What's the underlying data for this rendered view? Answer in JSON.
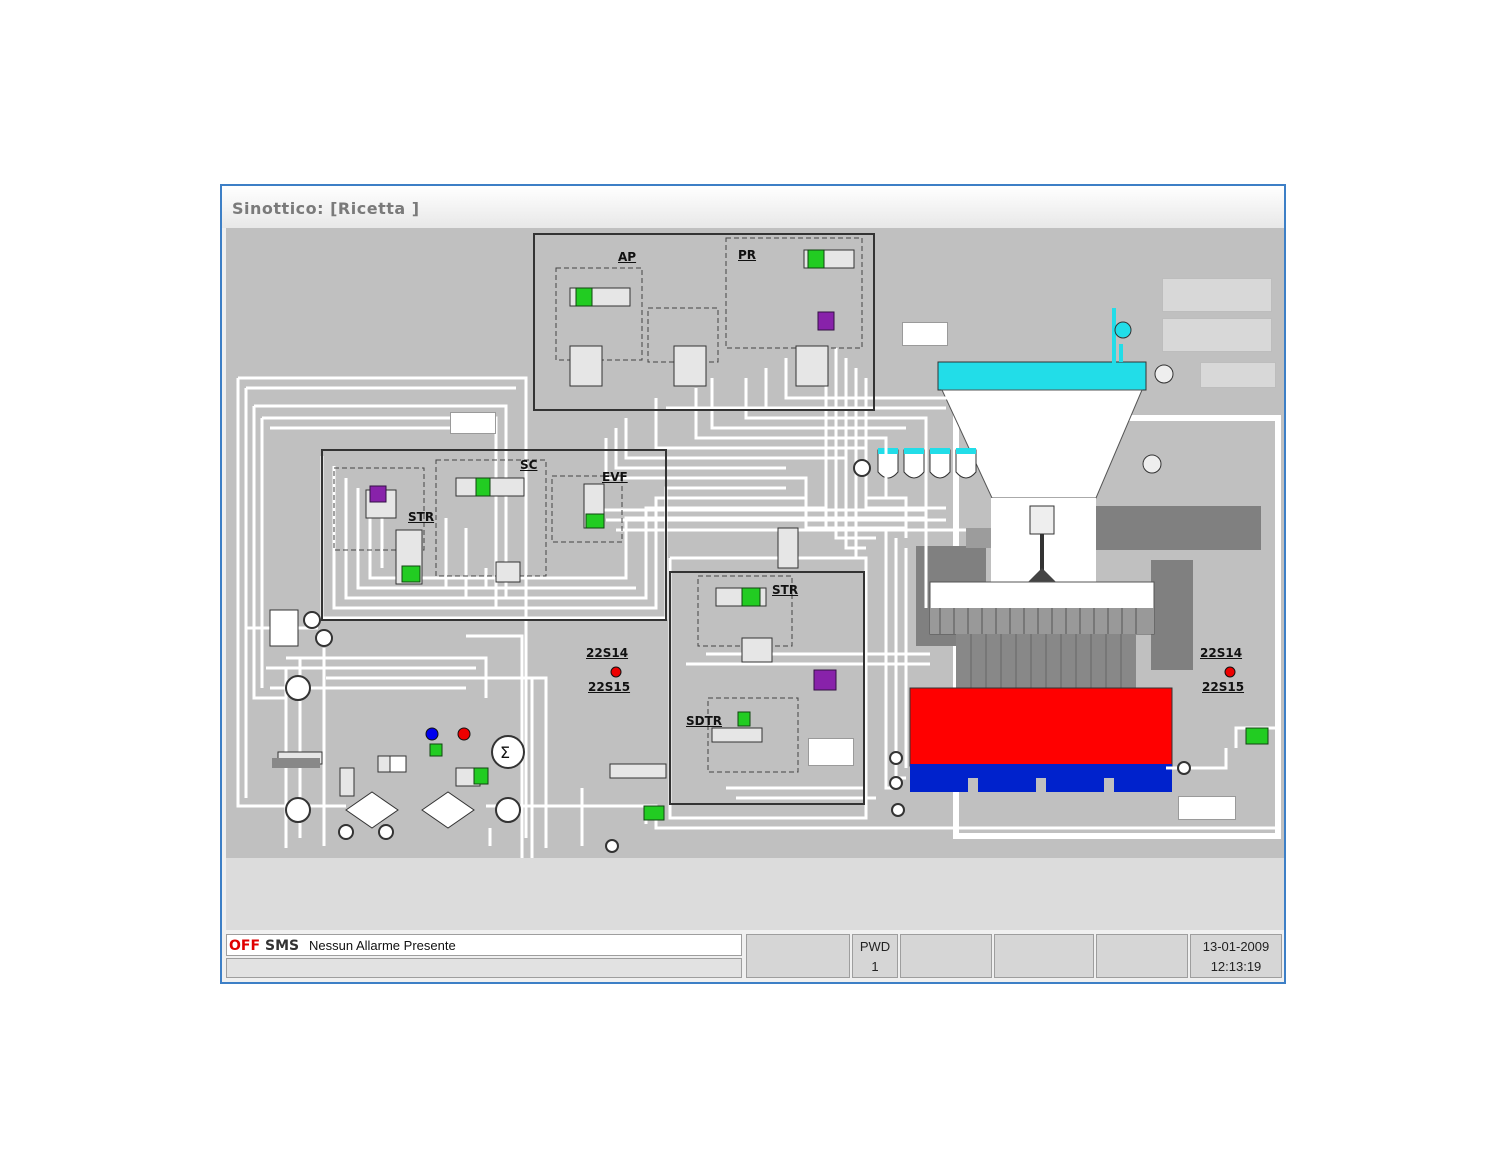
{
  "window": {
    "title": "Sinottico: [Ricetta ]"
  },
  "diagram": {
    "labels": {
      "ap": "AP",
      "pr": "PR",
      "sc": "SC",
      "evf": "EVF",
      "str_left": "STR",
      "str_center": "STR",
      "sdtr": "SDTR",
      "s14_left": "22S14",
      "s15_left": "22S15",
      "s14_right": "22S14",
      "s15_right": "22S15"
    },
    "colors": {
      "background": "#c0c0c0",
      "hopper_top": "#22dde8",
      "mold_red": "#ff0000",
      "mold_blue": "#0022cc",
      "valve_green": "#22cc22",
      "valve_purple": "#8822aa",
      "indicator_blue": "#0000ee",
      "indicator_red": "#ee0000"
    }
  },
  "statusbar": {
    "off_label": "OFF",
    "sms_label": "SMS",
    "alarm_text": "Nessun Allarme Presente",
    "pwd_label": "PWD",
    "pwd_value": "1",
    "date": "13-01-2009",
    "time": "12:13:19"
  }
}
